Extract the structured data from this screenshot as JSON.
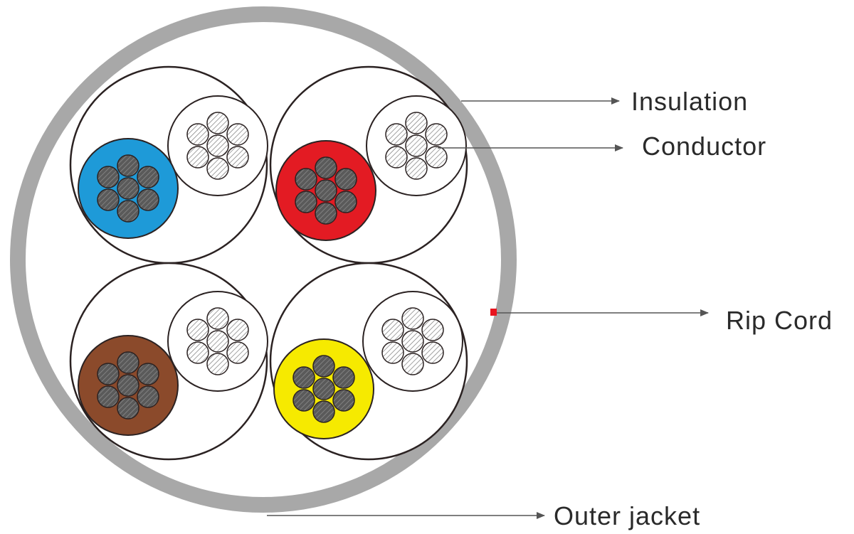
{
  "labels": {
    "insulation": "Insulation",
    "conductor": "Conductor",
    "rip_cord": "Rip Cord",
    "outer_jacket": "Outer jacket"
  },
  "colors": {
    "jacket": "#a8a8a8",
    "pair_outline": "#2b2222",
    "strand_fill": "#555555",
    "white_strand_fill": "#d8d8d8",
    "rip_cord": "#e8141e",
    "arrow": "#555555"
  },
  "pairs": [
    {
      "name": "blue-pair",
      "color": "#1e9ad8"
    },
    {
      "name": "red-pair",
      "color": "#e31b23"
    },
    {
      "name": "brown-pair",
      "color": "#8b4a2b"
    },
    {
      "name": "yellow-pair",
      "color": "#f6ea00"
    }
  ]
}
